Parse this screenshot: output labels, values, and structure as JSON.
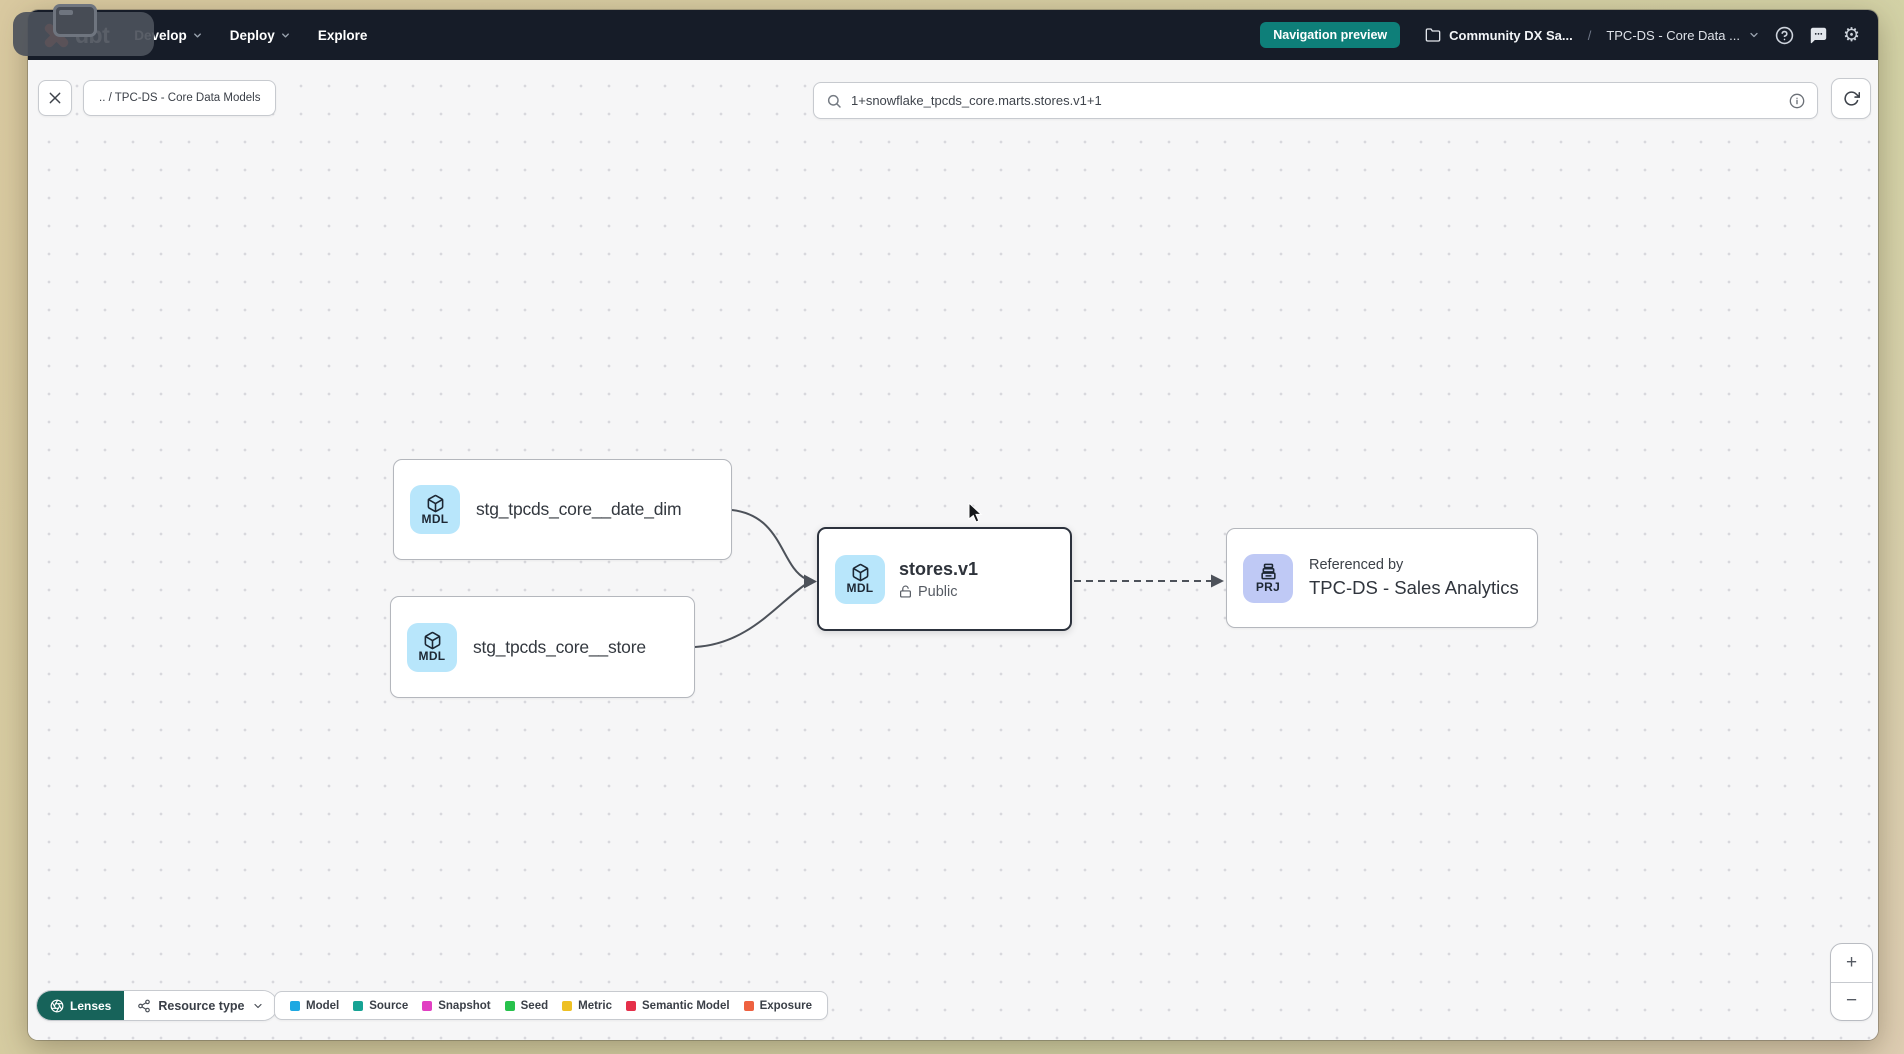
{
  "navbar": {
    "logo": "dbt",
    "menu": [
      {
        "label": "Develop"
      },
      {
        "label": "Deploy"
      },
      {
        "label": "Explore"
      }
    ],
    "preview_badge": "Navigation preview",
    "account_name": "Community DX Sa...",
    "breadcrumb_separator": "/",
    "project_name": "TPC-DS - Core Data ..."
  },
  "toolbar": {
    "path_chip": ".. / TPC-DS - Core Data Models",
    "search_value": "1+snowflake_tpcds_core.marts.stores.v1+1"
  },
  "graph": {
    "nodes": {
      "date_dim": {
        "badge": "MDL",
        "label": "stg_tpcds_core__date_dim"
      },
      "store": {
        "badge": "MDL",
        "label": "stg_tpcds_core__store"
      },
      "stores_v1": {
        "badge": "MDL",
        "label": "stores.v1",
        "access": "Public"
      },
      "sales_analytics": {
        "badge": "PRJ",
        "ref_label": "Referenced by",
        "label": "TPC-DS - Sales Analytics"
      }
    }
  },
  "footer": {
    "lenses_label": "Lenses",
    "resource_type_label": "Resource type",
    "legend": [
      {
        "label": "Model",
        "color": "#1da8e2"
      },
      {
        "label": "Source",
        "color": "#17a394"
      },
      {
        "label": "Snapshot",
        "color": "#e13fc2"
      },
      {
        "label": "Seed",
        "color": "#27c24c"
      },
      {
        "label": "Metric",
        "color": "#eec023"
      },
      {
        "label": "Semantic Model",
        "color": "#e5304a"
      },
      {
        "label": "Exposure",
        "color": "#ee6140"
      }
    ]
  },
  "zoom": {
    "in": "+",
    "out": "−"
  },
  "colors": {
    "navbar_bg": "#161c28",
    "brand_orange": "#ff5c35",
    "preview_badge_bg": "#0e7f79",
    "lenses_bg": "#17635a",
    "model_badge_bg": "#b8e6fb",
    "project_badge_bg": "#bfc9f5",
    "selected_border": "#2c323d",
    "edge": "#4d525a"
  }
}
